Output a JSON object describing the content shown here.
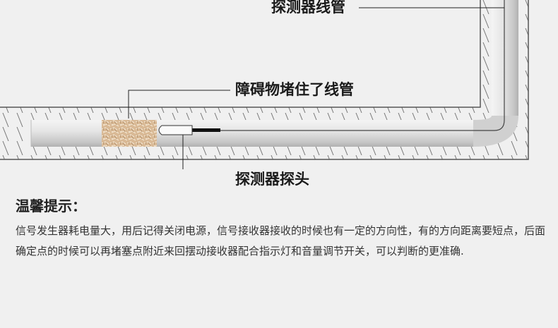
{
  "labels": {
    "detector_conduit": "探测器线管",
    "obstruction": "障碍物堵住了线管",
    "detector_probe": "探测器探头"
  },
  "tip": {
    "title": "温馨提示：",
    "body": "信号发生器耗电量大，用后记得关闭电源，信号接收器接收的时候也有一定的方向性，有的方向距离要短点，后面确定点的时候可以再堵塞点附近来回摆动接收器配合指示灯和音量调节开关，可以判断的更准确."
  },
  "colors": {
    "background": "#f0f0f0",
    "wall_line": "#555555",
    "pipe": "#d4d4d4",
    "obstruction": "#d8b894",
    "probe": "#111111"
  }
}
